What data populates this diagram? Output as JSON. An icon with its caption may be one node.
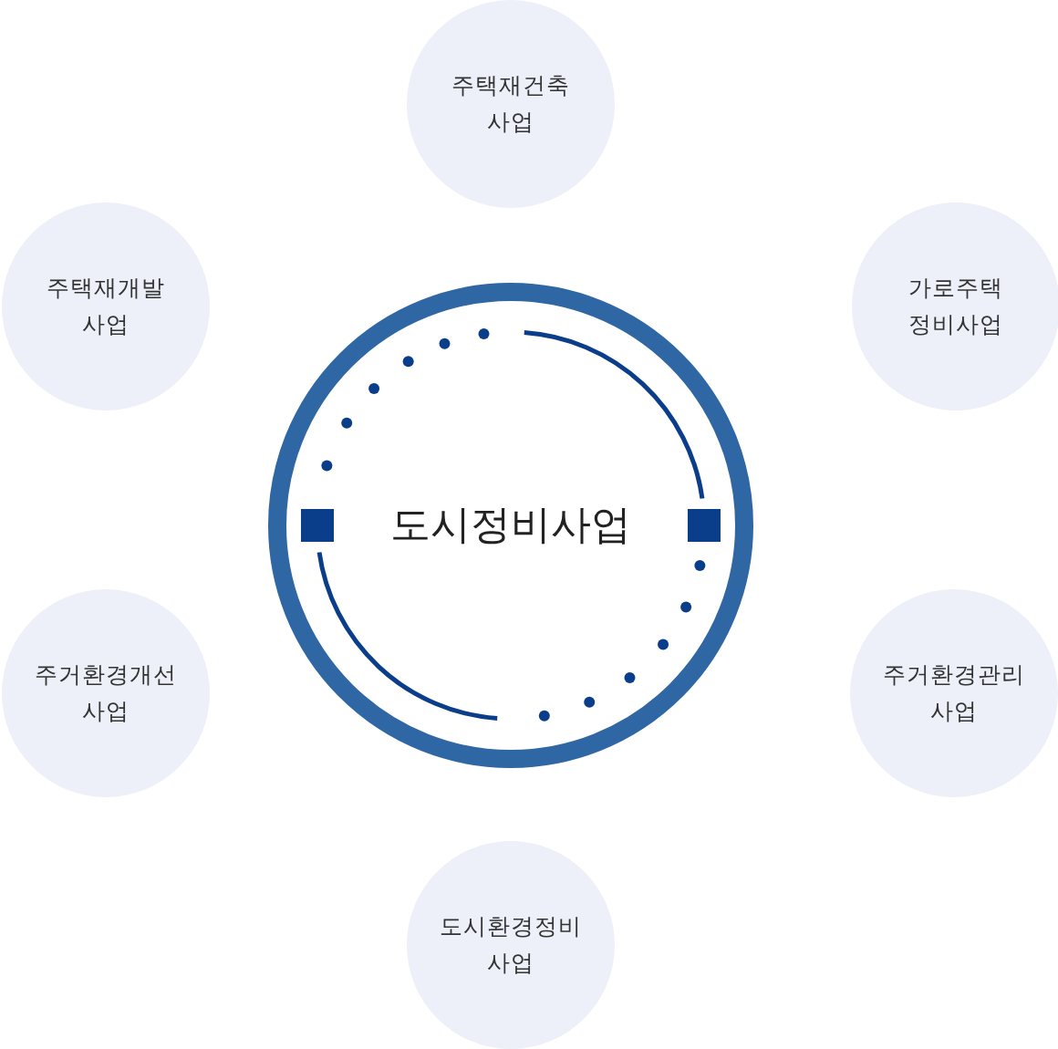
{
  "diagram": {
    "nodes": [
      {
        "text": [
          "주택재건축 사업"
        ]
      },
      {
        "text": [
          "주택재개발 사업"
        ]
      },
      {
        "text": [
          "가로주택 정비사업"
        ]
      },
      {
        "text": [
          "도시정비사업"
        ]
      },
      {
        "text": [
          "주거환경개선 사업"
        ]
      },
      {
        "text": [
          "주거환경관리 사업"
        ]
      },
      {
        "text": [
          "도시환경정비 사업"
        ]
      }
    ]
  }
}
